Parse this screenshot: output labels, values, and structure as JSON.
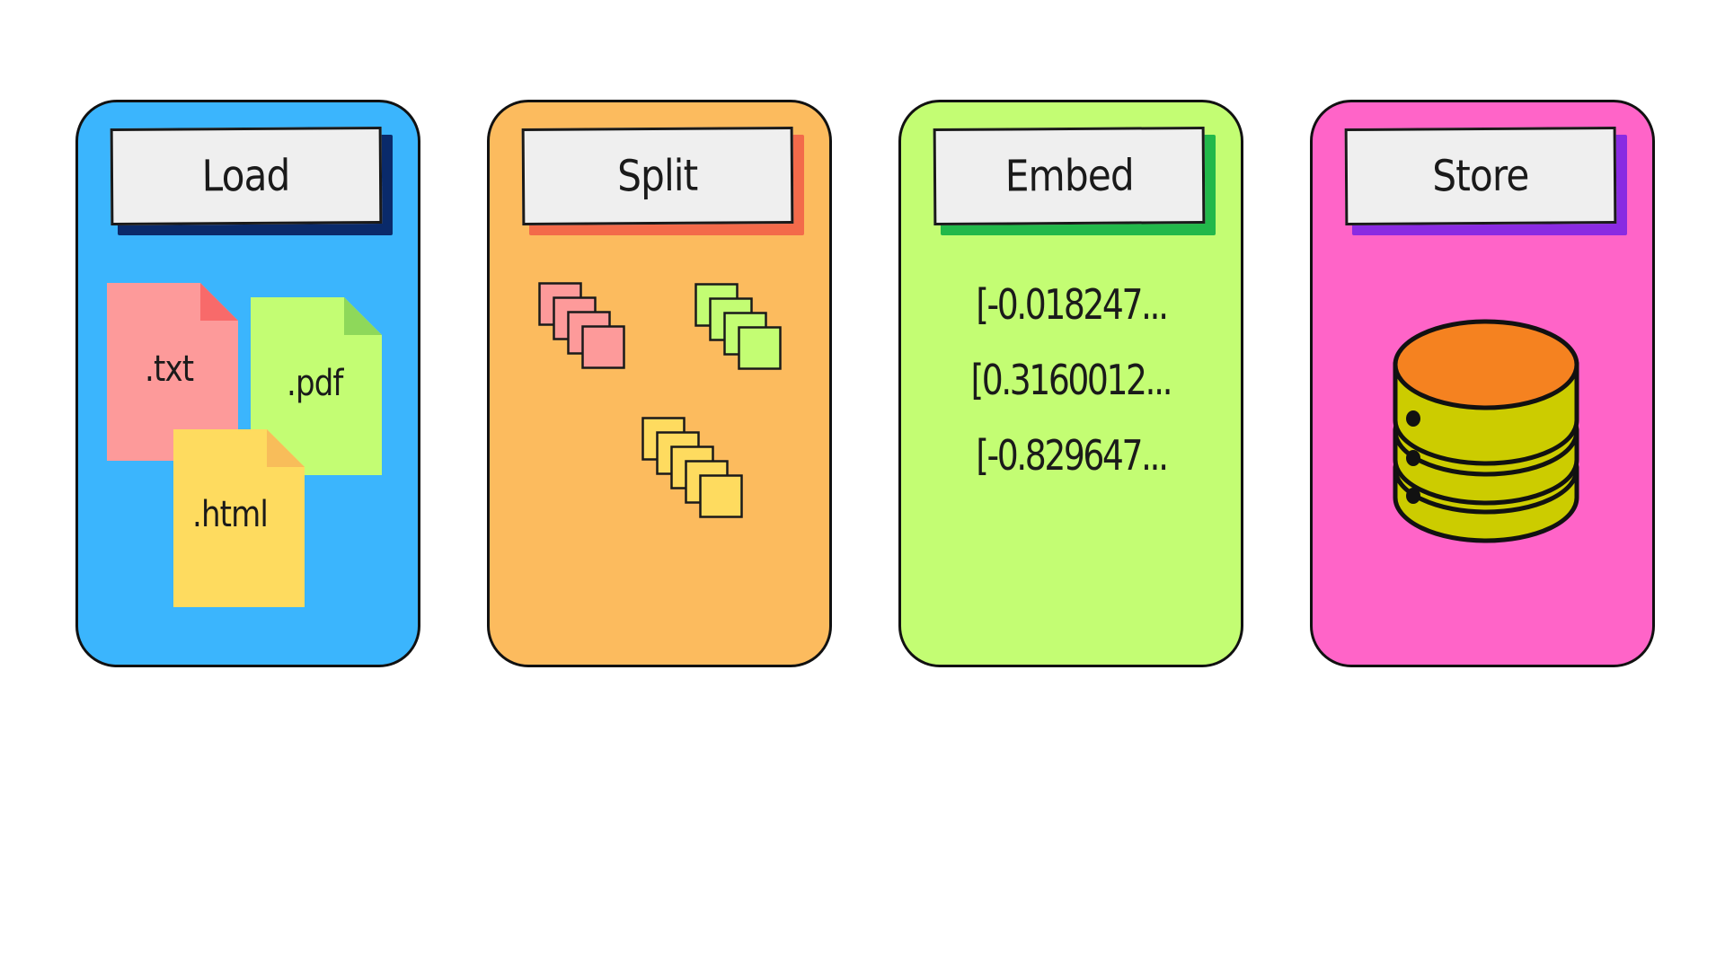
{
  "colors": {
    "load_card": "#3bb5fd",
    "split_card": "#fcbb5e",
    "embed_card": "#c3fd73",
    "store_card": "#ff64c8",
    "txt_doc": "#fd9a9a",
    "pdf_doc": "#c3fd73",
    "html_doc": "#fedb5f",
    "db_top": "#f58220",
    "db_body": "#cccc00"
  },
  "steps": [
    {
      "title": "Load",
      "files": [
        ".txt",
        ".pdf",
        ".html"
      ]
    },
    {
      "title": "Split",
      "chunk_groups": [
        {
          "color": "#fd9a9a",
          "count": 4
        },
        {
          "color": "#c3fd73",
          "count": 4
        },
        {
          "color": "#fedb5f",
          "count": 5
        }
      ]
    },
    {
      "title": "Embed",
      "vectors": [
        "[-0.018247...",
        "[0.3160012...",
        "[-0.829647..."
      ]
    },
    {
      "title": "Store",
      "icon": "database-icon"
    }
  ]
}
